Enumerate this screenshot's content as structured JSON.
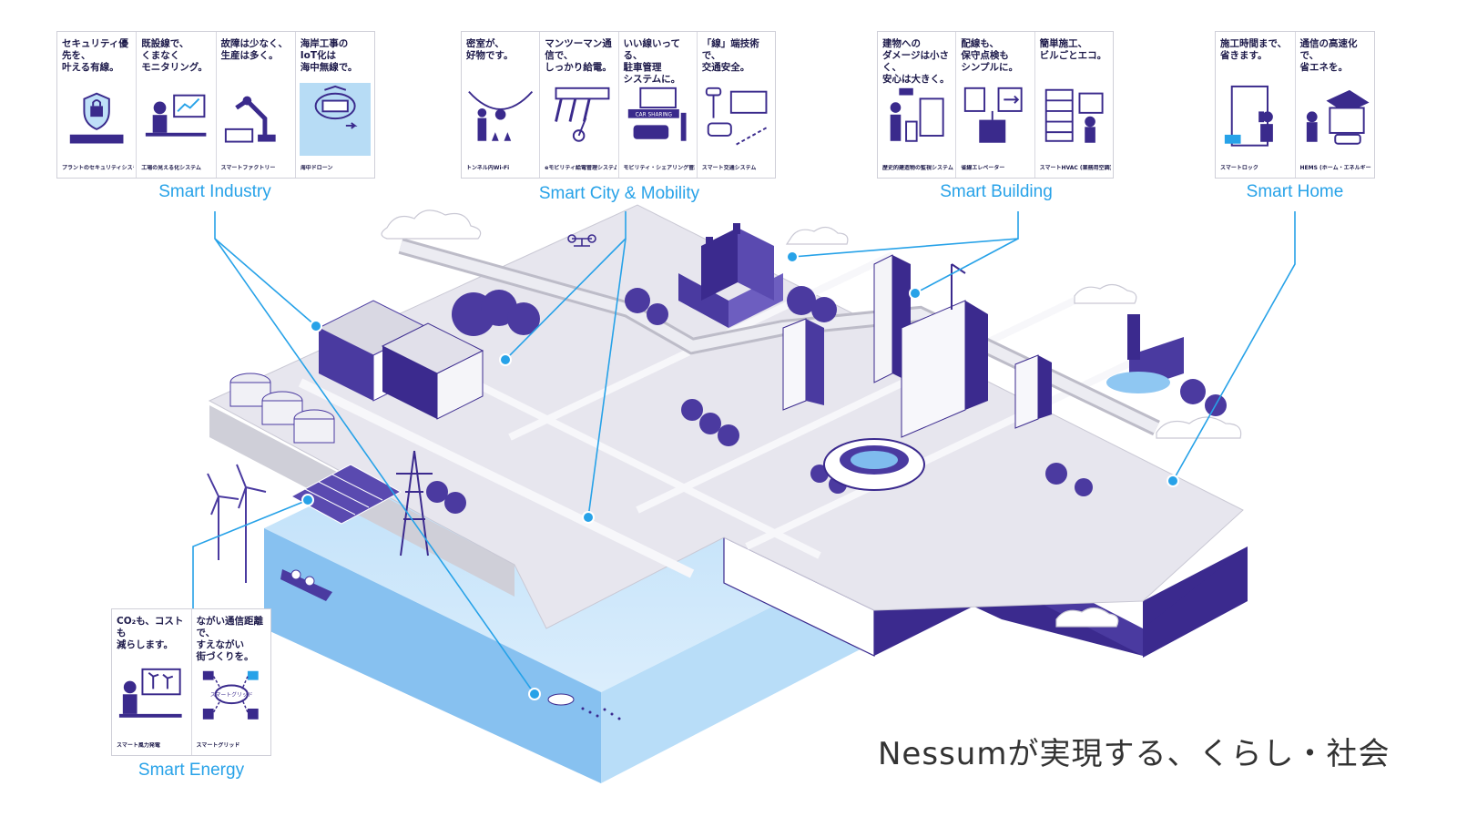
{
  "title": "Nessumが実現する、くらし・社会",
  "categories": {
    "industry": {
      "label": "Smart Industry",
      "cards": [
        {
          "text": "セキュリティ優先を、\n叶える有線。",
          "caption": "プラントのセキュリティシステム",
          "icon": "security-lock-icon"
        },
        {
          "text": "既設線で、\nくまなく\nモニタリング。",
          "caption": "工場の見える化システム",
          "icon": "monitoring-desk-icon"
        },
        {
          "text": "故障は少なく、\n生産は多く。",
          "caption": "スマートファクトリー",
          "icon": "robot-arm-icon"
        },
        {
          "text": "海岸工事の\nIoT化は\n海中無線で。",
          "caption": "海中ドローン",
          "icon": "underwater-drone-icon"
        }
      ]
    },
    "city": {
      "label": "Smart City & Mobility",
      "cards": [
        {
          "text": "密室が、\n好物です。",
          "caption": "トンネル内Wi-Fi",
          "icon": "tunnel-wifi-icon"
        },
        {
          "text": "マンツーマン通信で、\nしっかり給電。",
          "caption": "eモビリティ給電管理システム",
          "icon": "scooter-charging-icon"
        },
        {
          "text": "いい線いってる、\n駐車管理\nシステムに。",
          "caption": "モビリティ・シェアリング管理システム",
          "icon": "car-sharing-icon",
          "sign": "CAR SHARING"
        },
        {
          "text": "「線」端技術で、\n交通安全。",
          "caption": "スマート交通システム",
          "icon": "traffic-signal-icon"
        }
      ]
    },
    "building": {
      "label": "Smart Building",
      "cards": [
        {
          "text": "建物への\nダメージは小さく、\n安心は大きく。",
          "caption": "歴史的建造物の監視システム",
          "icon": "camera-monitor-icon"
        },
        {
          "text": "配線も、\n保守点検も\nシンプルに。",
          "caption": "省線エレベーター",
          "icon": "elevator-icon"
        },
        {
          "text": "簡単施工、\nビルごとエコ。",
          "caption": "スマートHVAC (業務用空調)",
          "icon": "hvac-building-icon"
        }
      ]
    },
    "home": {
      "label": "Smart Home",
      "cards": [
        {
          "text": "施工時間まで、\n省きます。",
          "caption": "スマートロック",
          "icon": "smart-lock-icon"
        },
        {
          "text": "通信の高速化で、\n省エネを。",
          "caption": "HEMS (ホーム・エネルギー・マネジメント・システム)",
          "icon": "solar-house-icon"
        }
      ]
    },
    "energy": {
      "label": "Smart Energy",
      "cards": [
        {
          "text": "CO₂も、コストも\n減らします。",
          "caption": "スマート風力発電",
          "icon": "wind-monitor-icon"
        },
        {
          "text": "ながい通信距離で、\nすえながい\n街づくりを。",
          "caption": "スマートグリッド",
          "icon": "smart-grid-icon",
          "sign": "スマートグリッド"
        }
      ]
    }
  },
  "colors": {
    "accent": "#27a2e8",
    "ink": "#3a2a8c",
    "dark": "#2e1f73",
    "water": "#a9d6f7",
    "ground": "#e4e3ea"
  }
}
